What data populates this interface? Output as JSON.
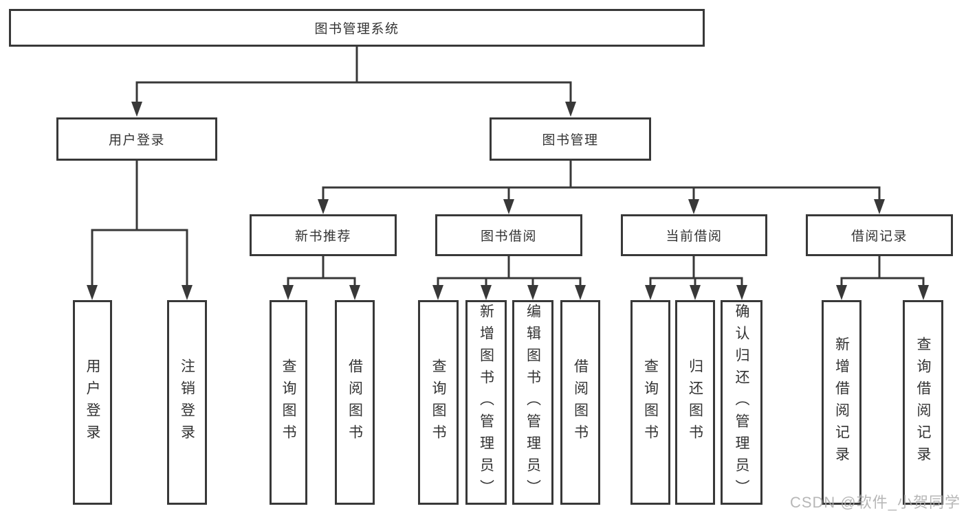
{
  "diagram": {
    "root": {
      "label": "图书管理系统"
    },
    "level2": [
      {
        "label": "用户登录",
        "children": [
          {
            "label": "用户登录"
          },
          {
            "label": "注销登录"
          }
        ]
      },
      {
        "label": "图书管理",
        "children": [
          {
            "label": "新书推荐",
            "children": [
              {
                "label": "查询图书"
              },
              {
                "label": "借阅图书"
              }
            ]
          },
          {
            "label": "图书借阅",
            "children": [
              {
                "label": "查询图书"
              },
              {
                "label": "新增图书（管理员）"
              },
              {
                "label": "编辑图书（管理员）"
              },
              {
                "label": "借阅图书"
              }
            ]
          },
          {
            "label": "当前借阅",
            "children": [
              {
                "label": "查询图书"
              },
              {
                "label": "归还图书"
              },
              {
                "label": "确认归还（管理员）"
              }
            ]
          },
          {
            "label": "借阅记录",
            "children": [
              {
                "label": "新增借阅记录"
              },
              {
                "label": "查询借阅记录"
              }
            ]
          }
        ]
      }
    ]
  },
  "watermark": {
    "text": "CSDN @软件_小贺同学"
  },
  "colors": {
    "line": "#383838",
    "text": "#333333",
    "background": "#ffffff",
    "watermark": "#ababab"
  }
}
